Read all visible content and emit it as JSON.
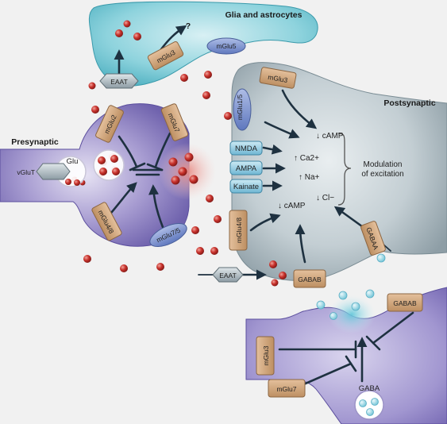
{
  "labels": {
    "glia": "Glia and astrocytes",
    "postsynaptic": "Postsynaptic",
    "presynaptic": "Presynaptic",
    "question": "?"
  },
  "receptors": {
    "mglu5": "mGlu5",
    "mglu3_glia": "mGlu3",
    "eaat_glia": "EAAT",
    "mglu3_post": "mGlu3",
    "mglu1_5": "mGlu1/5",
    "mglu2": "mGlu2",
    "mglu7": "mGlu7",
    "vglut": "vGluT",
    "glu": "Glu",
    "mglu4_8_pre": "mGlu4/8",
    "mglu7_5_pre": "mGlu7/5",
    "nmda": "NMDA",
    "ampa": "AMPA",
    "kainate": "Kainate",
    "mglu4_8_post": "mGlu4/8",
    "eaat_bottom": "EAAT",
    "gaba_b_post": "GABAB",
    "gaba_a": "GABAA",
    "gaba_b_inhib": "GABAB",
    "mglu3_inhib": "mGlu3",
    "mglu7_inhib": "mGlu7",
    "gaba": "GABA"
  },
  "effects": {
    "camp_top": "↓ cAMP",
    "ca": "↑ Ca2+",
    "na": "↑ Na+",
    "cl": "↓ Cl−",
    "camp_bottom": "↓ cAMP",
    "modulation_line1": "Modulation",
    "modulation_line2": "of excitation"
  },
  "colors": {
    "background": "#f1f1f1",
    "glia_cell": "#6fc3cf",
    "postsynaptic_cell": "#b9c6cc",
    "presynaptic_cell": "#8b7fc0",
    "mglu_box": "#cfa47c",
    "blue_receptor": "#6e86c6",
    "ion_channel": "#7bbfd9",
    "glutamate": "#c8322c",
    "gaba_dot": "#79cbe0",
    "arrow": "#1e3140"
  }
}
